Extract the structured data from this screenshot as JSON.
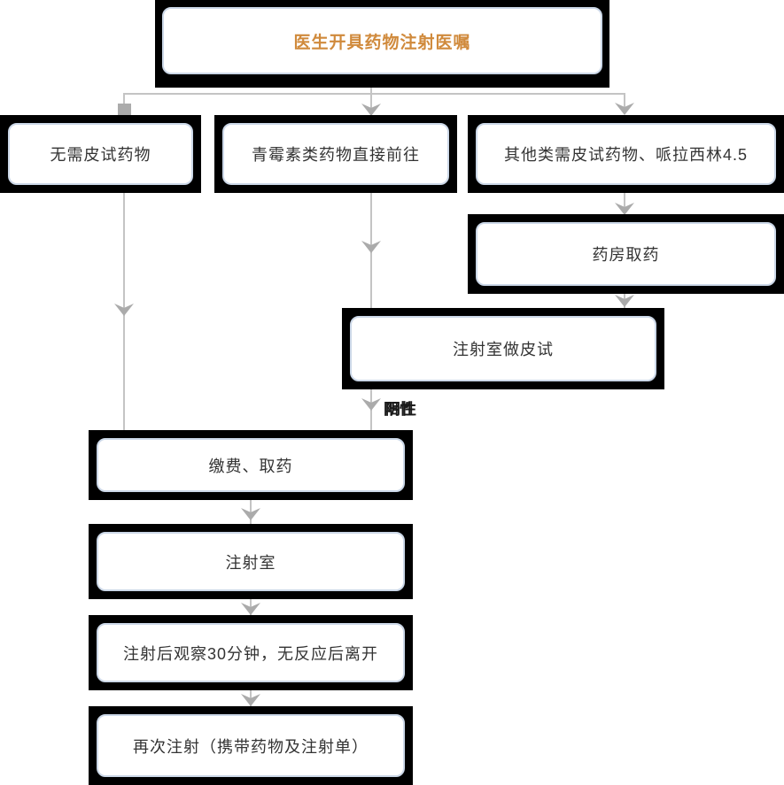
{
  "flowchart": {
    "nodes": {
      "start": {
        "label": "医生开具药物注射医嘱"
      },
      "no_skin_test": {
        "label": "无需皮试药物"
      },
      "penicillin_direct": {
        "label": "青霉素类药物直接前往"
      },
      "other_need_skin_test": {
        "label": "其他类需皮试药物、哌拉西林4.5"
      },
      "pharmacy_pickup": {
        "label": "药房取药"
      },
      "injection_room_skin_test": {
        "label": "注射室做皮试"
      },
      "pay_and_get_medicine": {
        "label": "缴费、取药"
      },
      "injection_room": {
        "label": "注射室"
      },
      "observe_30min": {
        "label": "注射后观察30分钟，无反应后离开"
      },
      "reinjection": {
        "label": "再次注射（携带药物及注射单）"
      }
    },
    "edge_labels": {
      "negative": "阴性",
      "positive": "阳性"
    },
    "colors": {
      "title_text": "#d08a3c",
      "body_text": "#333333",
      "node_bg": "#ffffff",
      "node_border_outer": "#000000",
      "node_border_inner": "#ccd8e8",
      "connector_line": "#c4c4c4",
      "arrowhead": "#ababab"
    }
  }
}
